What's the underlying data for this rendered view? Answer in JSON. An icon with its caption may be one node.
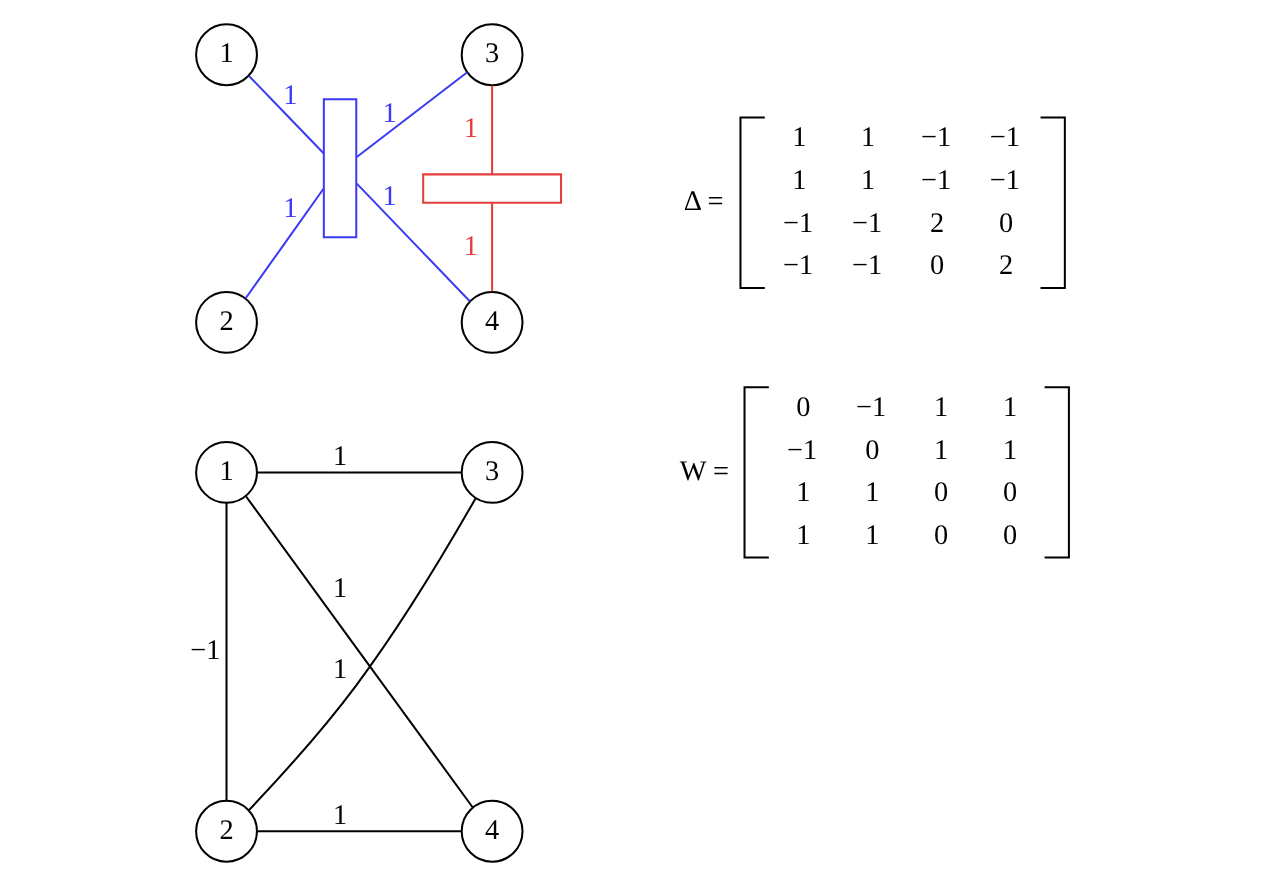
{
  "diagram": {
    "nodes": [
      {
        "text": [
          "1"
        ]
      },
      {
        "text": [
          "2"
        ]
      },
      {
        "text": [
          "3"
        ]
      },
      {
        "text": [
          "4"
        ]
      },
      {
        "text": [],
        "shape": "box"
      },
      {
        "text": [],
        "shape": "box"
      },
      {
        "text": [
          "1"
        ]
      },
      {
        "text": [
          "2"
        ]
      },
      {
        "text": [
          "3"
        ]
      },
      {
        "text": [
          "4"
        ]
      }
    ],
    "edges": [
      {
        "from": 0,
        "to": 4,
        "arrow": "none",
        "label": "1",
        "color": "#3b3bf5"
      },
      {
        "from": 1,
        "to": 4,
        "arrow": "none",
        "label": "1",
        "color": "#3b3bf5"
      },
      {
        "from": 4,
        "to": 2,
        "arrow": "none",
        "label": "1",
        "color": "#3b3bf5"
      },
      {
        "from": 4,
        "to": 3,
        "arrow": "none",
        "label": "1",
        "color": "#3b3bf5"
      },
      {
        "from": 2,
        "to": 5,
        "arrow": "none",
        "label": "1",
        "color": "#e63c3c"
      },
      {
        "from": 5,
        "to": 3,
        "arrow": "none",
        "label": "1",
        "color": "#e63c3c"
      },
      {
        "from": 6,
        "to": 8,
        "arrow": "none",
        "label": "1"
      },
      {
        "from": 6,
        "to": 7,
        "arrow": "none",
        "label": "−1"
      },
      {
        "from": 6,
        "to": 9,
        "arrow": "none",
        "label": "1"
      },
      {
        "from": 7,
        "to": 8,
        "arrow": "none",
        "label": "1"
      },
      {
        "from": 7,
        "to": 9,
        "arrow": "none",
        "label": "1"
      }
    ],
    "labels": [
      "Δ =",
      "1",
      "1",
      "−1",
      "−1",
      "1",
      "1",
      "−1",
      "−1",
      "−1",
      "−1",
      "2",
      "0",
      "−1",
      "−1",
      "0",
      "2",
      "W =",
      "0",
      "−1",
      "1",
      "1",
      "−1",
      "0",
      "1",
      "1",
      "1",
      "1",
      "0",
      "0",
      "1",
      "1",
      "0",
      "0"
    ]
  }
}
